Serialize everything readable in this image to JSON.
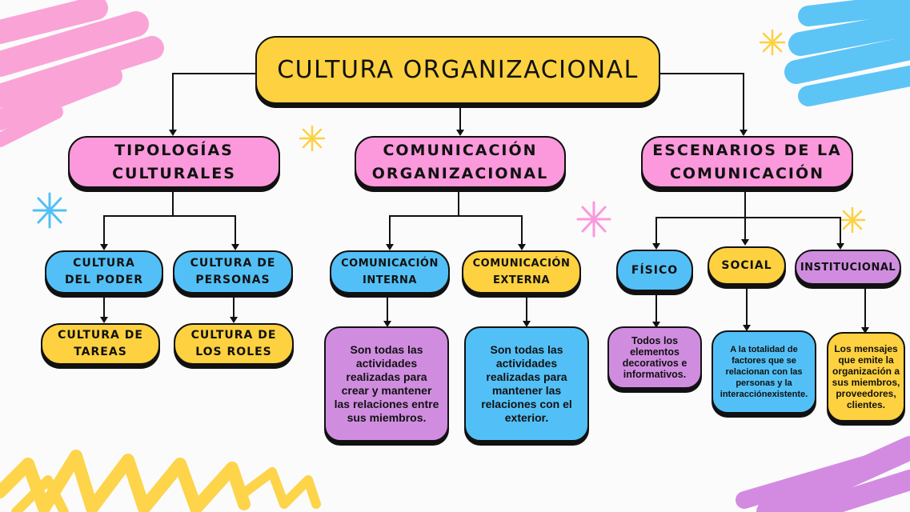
{
  "title": "CULTURA ORGANIZACIONAL",
  "branches": {
    "tipologias": {
      "label": "TIPOLOGÍAS CULTURALES",
      "children": [
        {
          "label": "CULTURA DEL PODER",
          "sub": "CULTURA DE TAREAS"
        },
        {
          "label": "CULTURA DE PERSONAS",
          "sub": "CULTURA DE LOS ROLES"
        }
      ]
    },
    "comunicacion": {
      "label": "COMUNICACIÓN ORGANIZACIONAL",
      "children": [
        {
          "label": "COMUNICACIÓN INTERNA",
          "desc": "Son todas las actividades realizadas para crear y mantener las relaciones entre sus miembros."
        },
        {
          "label": "COMUNICACIÓN EXTERNA",
          "desc": "Son todas las actividades realizadas para mantener las relaciones con el exterior."
        }
      ]
    },
    "escenarios": {
      "label": "ESCENARIOS DE LA COMUNICACIÓN",
      "children": [
        {
          "label": "FÍSICO",
          "desc": "Todos los elementos decorativos e informativos."
        },
        {
          "label": "SOCIAL",
          "desc": "A la totalidad de factores que se relacionan con las personas y la interacciónexistente."
        },
        {
          "label": "INSTITUCIONAL",
          "desc": "Los mensajes que emite la organización a sus miembros, proveedores, clientes."
        }
      ]
    }
  },
  "colors": {
    "yellow": "#fdd13f",
    "pink": "#fb99dc",
    "blue": "#52c0f6",
    "purple": "#d08de0",
    "outline": "#111111"
  }
}
